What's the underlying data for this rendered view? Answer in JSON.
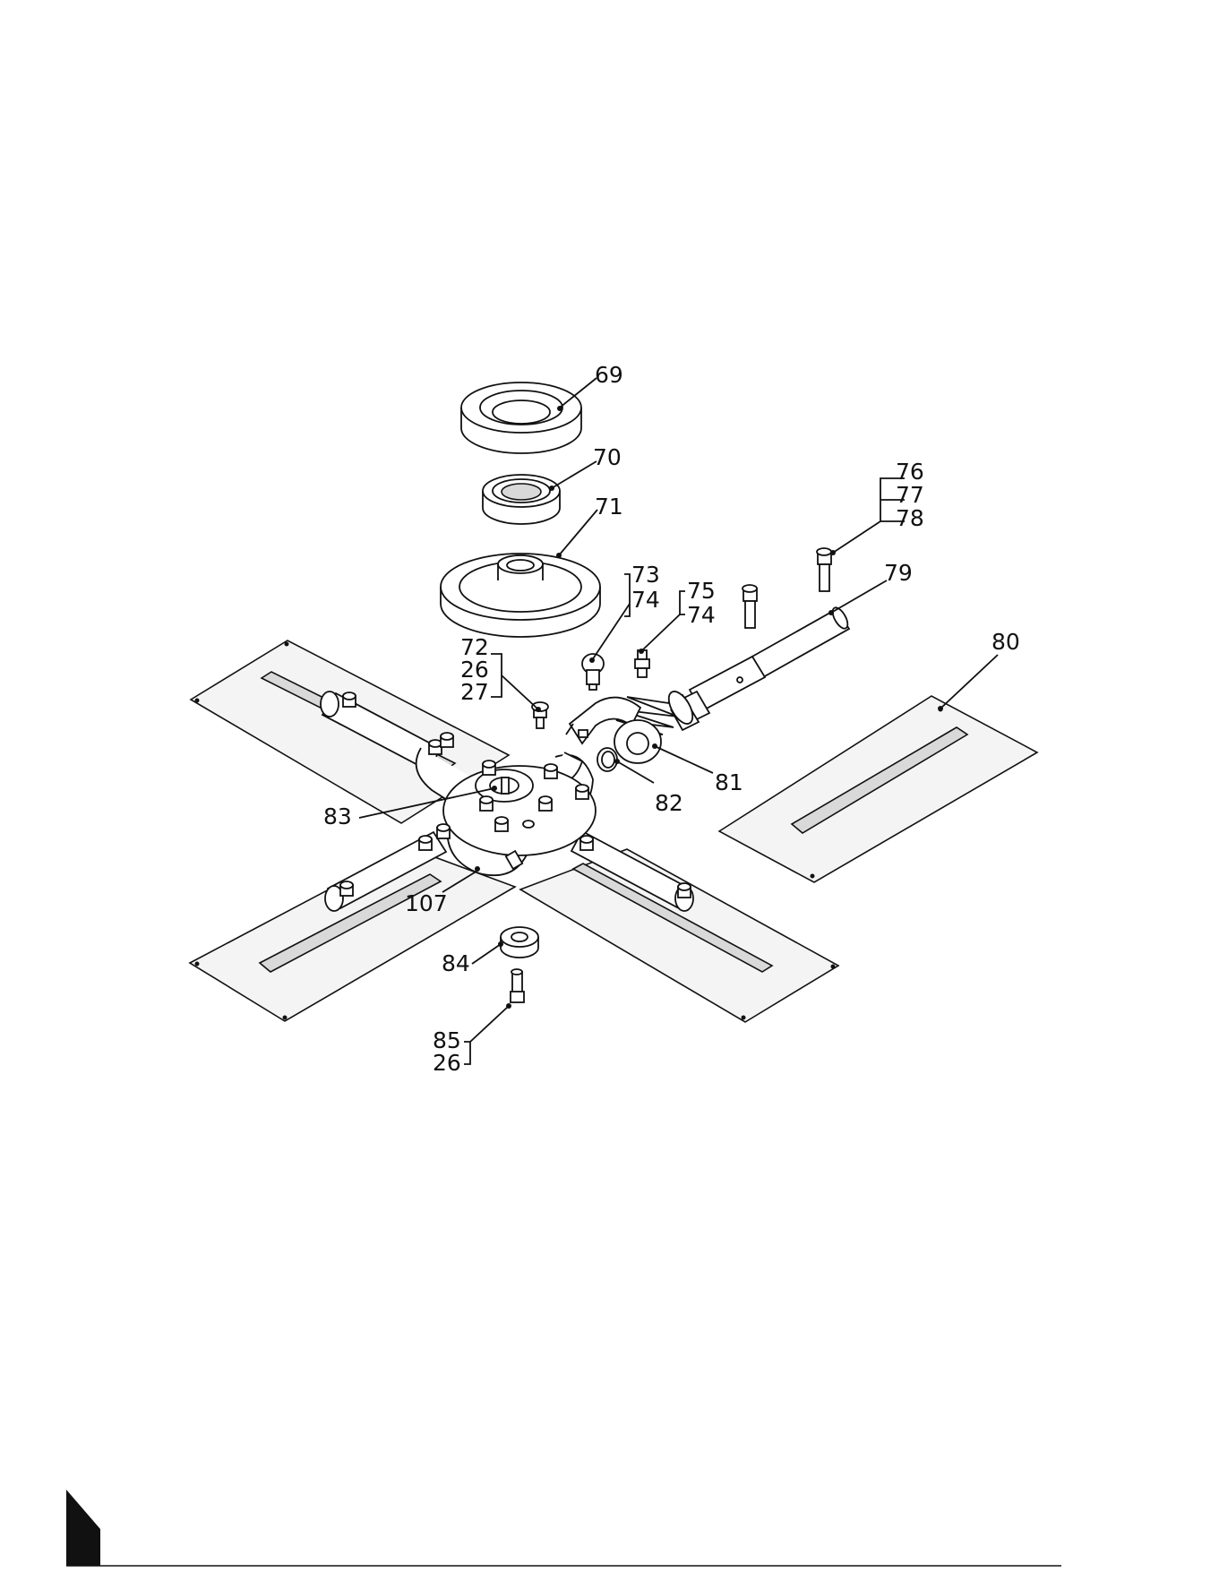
{
  "figure": {
    "callouts": [
      {
        "label": "69"
      },
      {
        "label": "70"
      },
      {
        "label": "71"
      },
      {
        "label": "73"
      },
      {
        "label": "74"
      },
      {
        "label": "75"
      },
      {
        "label": "74"
      },
      {
        "label": "76"
      },
      {
        "label": "77"
      },
      {
        "label": "78"
      },
      {
        "label": "79"
      },
      {
        "label": "80"
      },
      {
        "label": "72"
      },
      {
        "label": "26"
      },
      {
        "label": "27"
      },
      {
        "label": "81"
      },
      {
        "label": "82"
      },
      {
        "label": "83"
      },
      {
        "label": "107"
      },
      {
        "label": "84"
      },
      {
        "label": "85"
      },
      {
        "label": "26"
      }
    ]
  },
  "colors": {
    "line": "#111111",
    "background": "#ffffff",
    "page_tab": "#111111"
  }
}
